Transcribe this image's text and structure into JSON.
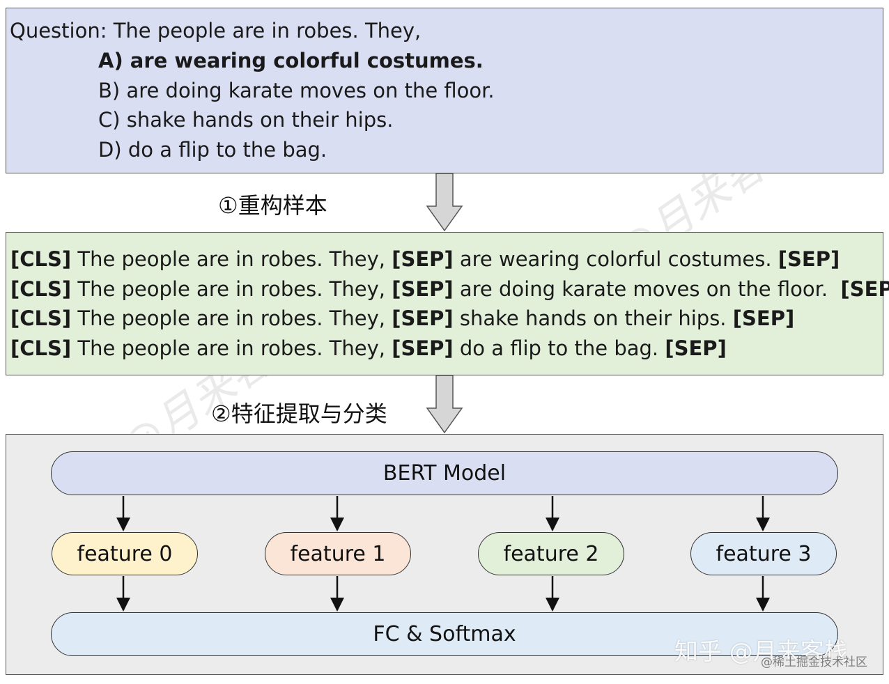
{
  "question": {
    "prefix": "Question: The people are in robes. They,",
    "options": [
      "A) are wearing colorful costumes.",
      "B) are doing karate moves on the floor.",
      "C) shake hands on their hips.",
      "D) do a flip to the bag."
    ]
  },
  "steps": {
    "step1": "①重构样本",
    "step2": "②特征提取与分类"
  },
  "samples": [
    {
      "cls": "[CLS]",
      "context": " The people are in robes. They, ",
      "sep1": "[SEP]",
      "ending": " are wearing colorful costumes. ",
      "sep2": "[SEP]"
    },
    {
      "cls": "[CLS]",
      "context": " The people are in robes. They, ",
      "sep1": "[SEP]",
      "ending": " are doing karate moves on the floor.  ",
      "sep2": "[SEP]"
    },
    {
      "cls": "[CLS]",
      "context": " The people are in robes. They, ",
      "sep1": "[SEP]",
      "ending": " shake hands on their hips. ",
      "sep2": "[SEP]"
    },
    {
      "cls": "[CLS]",
      "context": " The people are in robes. They, ",
      "sep1": "[SEP]",
      "ending": " do a flip to the bag. ",
      "sep2": "[SEP]"
    }
  ],
  "model": {
    "bert_label": "BERT Model",
    "features": [
      "feature 0",
      "feature 1",
      "feature 2",
      "feature 3"
    ],
    "feature_colors": [
      "#fef2cc",
      "#fbe5d6",
      "#e2efd9",
      "#deebf7"
    ],
    "fc_label": "FC & Softmax"
  },
  "watermarks": {
    "zhihu": "知乎 @月来客栈",
    "juejin": "@稀土掘金技术社区",
    "faint": "@月来客栈"
  }
}
